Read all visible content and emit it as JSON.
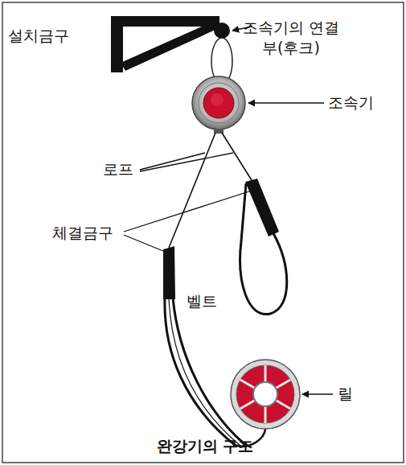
{
  "diagram": {
    "caption": "완강기의 구조",
    "labels": [
      "설치금구",
      "조속기의 연결부(후크)",
      "조속기",
      "로프",
      "체결금구",
      "벨트",
      "릴"
    ]
  }
}
